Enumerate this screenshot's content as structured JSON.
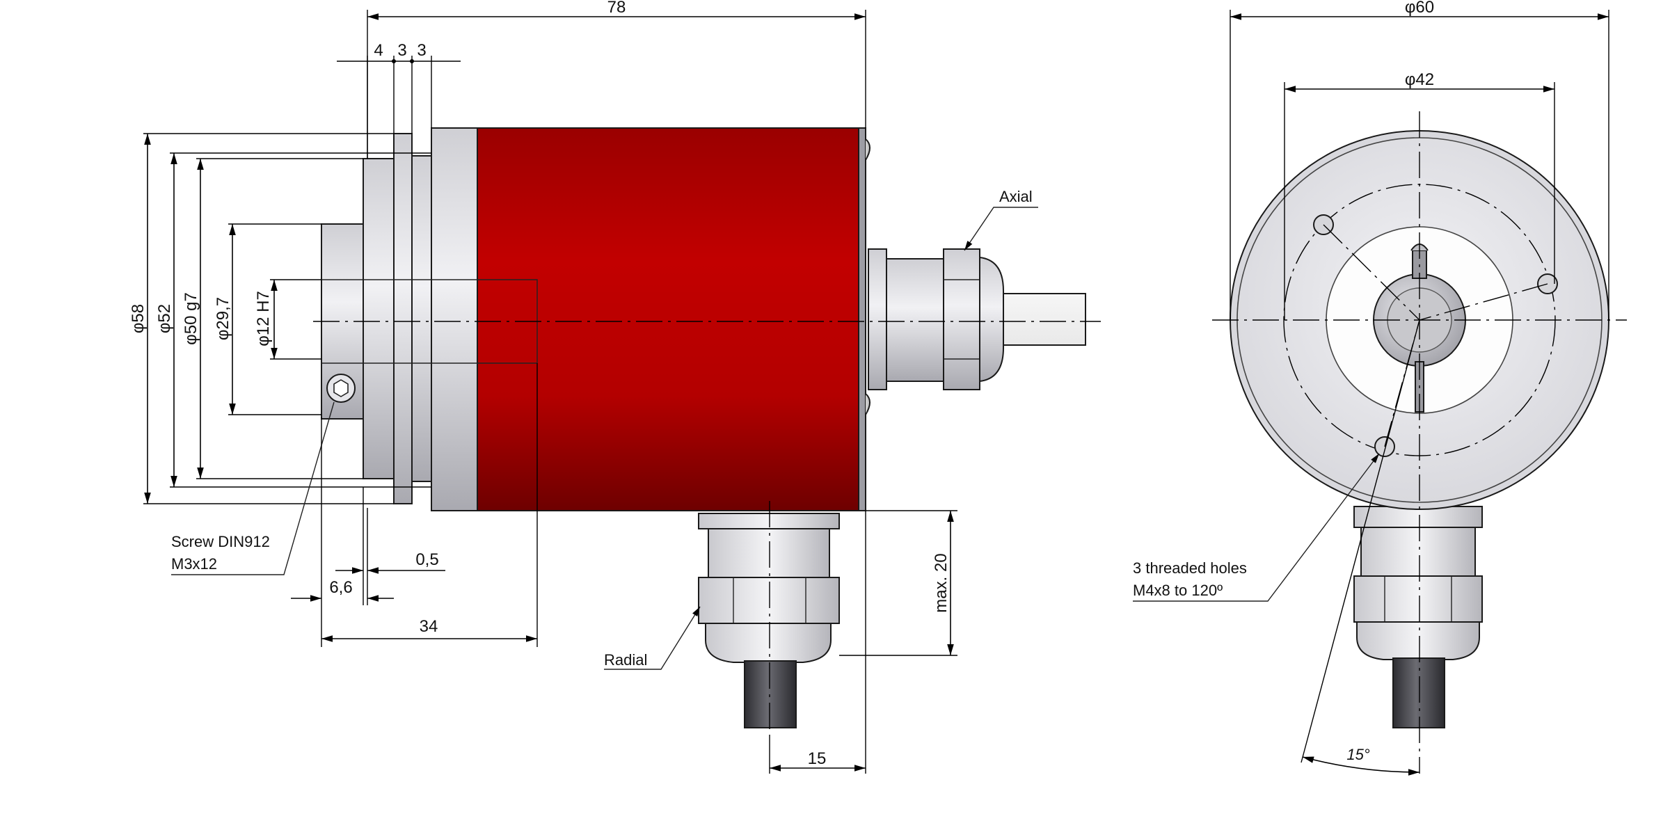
{
  "dimensions": {
    "overall_length": "78",
    "flange_4": "4",
    "flange_3a": "3",
    "flange_3b": "3",
    "dia_58": "φ58",
    "dia_52": "φ52",
    "dia_50": "φ50 g7",
    "dia_29": "φ29,7",
    "dia_12": "φ12 H7",
    "gap_05": "0,5",
    "screw_66": "6,6",
    "depth_34": "34",
    "radial_15": "15",
    "max_20": "max. 20",
    "dia_60": "φ60",
    "dia_42": "φ42",
    "angle_15": "15°"
  },
  "callouts": {
    "axial": "Axial",
    "radial": "Radial",
    "screw_line1": "Screw DIN912",
    "screw_line2": "M3x12",
    "holes_line1": "3 threaded holes",
    "holes_line2": "M4x8 to 120º"
  },
  "colors": {
    "housing_red": "#b80000",
    "housing_red_dark": "#7a0000",
    "metal_light": "#e6e6ea",
    "metal_mid": "#b9b9be",
    "cable_dark": "#3a3a3e"
  }
}
